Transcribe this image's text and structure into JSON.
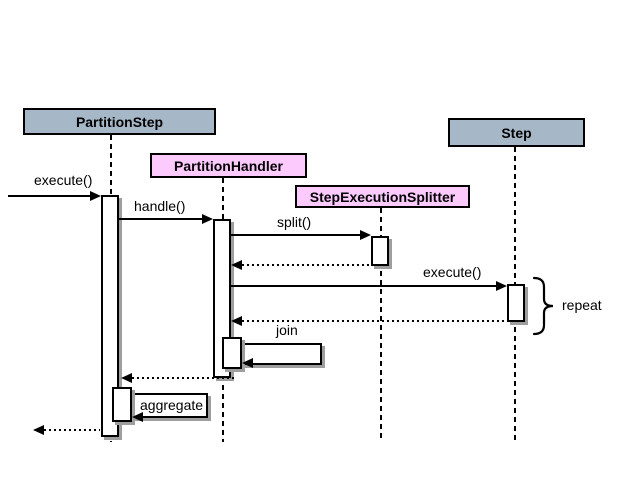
{
  "diagram": {
    "type": "uml-sequence-diagram",
    "participants": [
      {
        "id": "partition-step",
        "label": "PartitionStep"
      },
      {
        "id": "partition-handler",
        "label": "PartitionHandler"
      },
      {
        "id": "step-execution-splitter",
        "label": "StepExecutionSplitter"
      },
      {
        "id": "step",
        "label": "Step"
      }
    ],
    "messages": [
      {
        "label": "execute()",
        "type": "call",
        "from": "external",
        "to": "partition-step"
      },
      {
        "label": "handle()",
        "type": "call",
        "from": "partition-step",
        "to": "partition-handler"
      },
      {
        "label": "split()",
        "type": "call",
        "from": "partition-handler",
        "to": "step-execution-splitter"
      },
      {
        "label": "",
        "type": "return",
        "from": "step-execution-splitter",
        "to": "partition-handler"
      },
      {
        "label": "execute()",
        "type": "call",
        "from": "partition-handler",
        "to": "step"
      },
      {
        "label": "",
        "type": "return",
        "from": "step",
        "to": "partition-handler"
      },
      {
        "label": "join",
        "type": "self",
        "from": "partition-handler",
        "to": "partition-handler"
      },
      {
        "label": "",
        "type": "return",
        "from": "partition-handler",
        "to": "partition-step"
      },
      {
        "label": "aggregate",
        "type": "self",
        "from": "partition-step",
        "to": "partition-step"
      },
      {
        "label": "",
        "type": "return",
        "from": "partition-step",
        "to": "external"
      }
    ],
    "annotations": {
      "repeat_label": "repeat"
    },
    "colors": {
      "participant_blue": "#a6b8c8",
      "participant_pink": "#fccafc",
      "line": "#000000",
      "shadow": "#9e9e9e",
      "background": "#ffffff"
    }
  }
}
